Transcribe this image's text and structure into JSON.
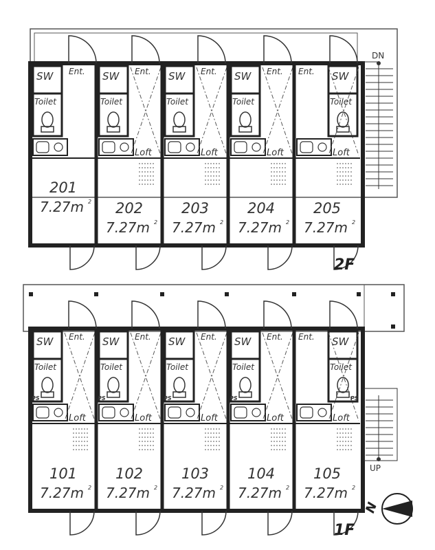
{
  "floors": [
    {
      "label": "2F",
      "stair_label": "DN",
      "units": [
        {
          "number": "201",
          "area": "7.27",
          "unit_suffix": "m",
          "sup": "2",
          "sw": "SW",
          "ent": "Ent.",
          "toilet": "Toilet",
          "loft": ""
        },
        {
          "number": "202",
          "area": "7.27",
          "unit_suffix": "m",
          "sup": "2",
          "sw": "SW",
          "ent": "Ent.",
          "toilet": "Toilet",
          "loft": "Loft"
        },
        {
          "number": "203",
          "area": "7.27",
          "unit_suffix": "m",
          "sup": "2",
          "sw": "SW",
          "ent": "Ent.",
          "toilet": "Toilet",
          "loft": "Loft"
        },
        {
          "number": "204",
          "area": "7.27",
          "unit_suffix": "m",
          "sup": "2",
          "sw": "SW",
          "ent": "Ent.",
          "toilet": "Toilet",
          "loft": "Loft"
        },
        {
          "number": "205",
          "area": "7.27",
          "unit_suffix": "m",
          "sup": "2",
          "sw": "SW",
          "ent": "Ent.",
          "toilet": "Toilet",
          "loft": "Loft"
        }
      ]
    },
    {
      "label": "1F",
      "stair_label": "UP",
      "ps_label": "PS",
      "units": [
        {
          "number": "101",
          "area": "7.27",
          "unit_suffix": "m",
          "sup": "2",
          "sw": "SW",
          "ent": "Ent.",
          "toilet": "Toilet",
          "loft": "Loft"
        },
        {
          "number": "102",
          "area": "7.27",
          "unit_suffix": "m",
          "sup": "2",
          "sw": "SW",
          "ent": "Ent.",
          "toilet": "Toilet",
          "loft": "Loft"
        },
        {
          "number": "103",
          "area": "7.27",
          "unit_suffix": "m",
          "sup": "2",
          "sw": "SW",
          "ent": "Ent.",
          "toilet": "Toilet",
          "loft": "Loft"
        },
        {
          "number": "104",
          "area": "7.27",
          "unit_suffix": "m",
          "sup": "2",
          "sw": "SW",
          "ent": "Ent.",
          "toilet": "Toilet",
          "loft": "Loft"
        },
        {
          "number": "105",
          "area": "7.27",
          "unit_suffix": "m",
          "sup": "2",
          "sw": "SW",
          "ent": "Ent.",
          "toilet": "Toilet",
          "loft": "Loft"
        }
      ]
    }
  ],
  "compass": {
    "label": "N"
  },
  "colors": {
    "wall": "#222222",
    "line": "#333333",
    "compass_fill": "#222222"
  }
}
